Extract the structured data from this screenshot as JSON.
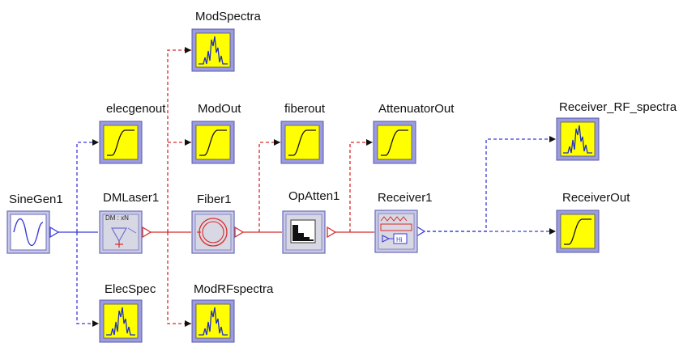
{
  "colors": {
    "electrical_wire": "#3a3ad8",
    "optical_wire": "#d82a2a",
    "sink_fill": "#ffff00",
    "sink_frame": "#9b9be0",
    "device_fill": "#d8d8e4",
    "device_frame": "#6a6ab8"
  },
  "blocks": {
    "sinegen": {
      "label": "SineGen1"
    },
    "dmlaser": {
      "label": "DMLaser1",
      "inner_text": "DM : xN"
    },
    "fiber": {
      "label": "Fiber1"
    },
    "opatten": {
      "label": "OpAtten1"
    },
    "receiver": {
      "label": "Receiver1"
    },
    "modspectra": {
      "label": "ModSpectra",
      "icon": "spectrum-icon"
    },
    "modout": {
      "label": "ModOut",
      "icon": "waveform-icon"
    },
    "elecgenout": {
      "label": "elecgenout",
      "icon": "waveform-icon"
    },
    "fiberout": {
      "label": "fiberout",
      "icon": "waveform-icon"
    },
    "attenuatorout": {
      "label": "AttenuatorOut",
      "icon": "waveform-icon"
    },
    "receiver_rf_spectra": {
      "label": "Receiver_RF_spectra",
      "icon": "spectrum-icon"
    },
    "receiverout": {
      "label": "ReceiverOut",
      "icon": "waveform-icon"
    },
    "elecspec": {
      "label": "ElecSpec",
      "icon": "spectrum-icon"
    },
    "modrfspectra": {
      "label": "ModRFspectra",
      "icon": "spectrum-icon"
    }
  }
}
